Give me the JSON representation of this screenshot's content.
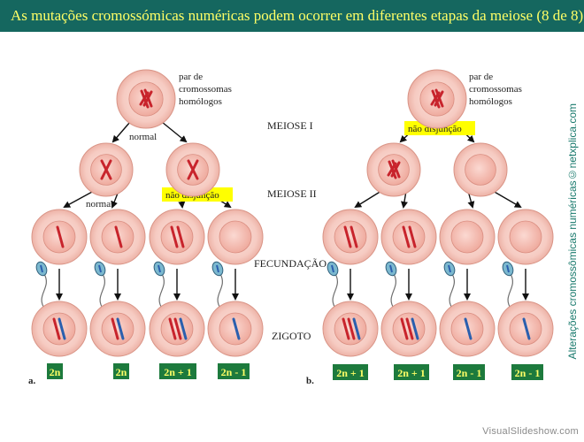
{
  "title": "As mutações cromossómicas numéricas podem ocorrer em diferentes etapas da meiose (8 de 8).",
  "side_credit": "Alterações cromossômicas numéricas©netxplica.com",
  "footer": "VisualSlideshow.com",
  "phases": {
    "meiose1": "MEIOSE I",
    "meiose2": "MEIOSE II",
    "fecundacao": "FECUNDAÇÃO",
    "zigoto": "ZIGOTO"
  },
  "panel_a": {
    "letter": "a.",
    "top_label": "par de cromossomas homólogos",
    "top_label_lines": [
      "par de",
      "cromossomas",
      "homólogos"
    ],
    "arrow_label_normal_1": "normal",
    "arrow_label_normal_2": "normal",
    "nondisjunction_label": "não disjunção",
    "results": [
      "2n",
      "2n",
      "2n + 1",
      "2n - 1"
    ]
  },
  "panel_b": {
    "letter": "b.",
    "top_label": "par de cromossomas homólogos",
    "top_label_lines": [
      "par de",
      "cromossomas",
      "homólogos"
    ],
    "nondisjunction_label": "não disjunção",
    "results": [
      "2n + 1",
      "2n + 1",
      "2n - 1",
      "2n - 1"
    ]
  },
  "colors": {
    "header_bg": "#15675f",
    "title_text": "#ffff66",
    "result_box_bg": "#1d7a3d",
    "result_box_text": "#ffff66",
    "highlight": "#ffff00",
    "cell_fill": "#f7cfc7",
    "nucleus_fill": "#f3b9ae",
    "chromosome_red": "#c8242c",
    "chromosome_blue": "#2a5fae",
    "side_text": "#1a7a6d"
  },
  "icons": [
    "cell",
    "sperm",
    "arrow",
    "chromosome"
  ]
}
